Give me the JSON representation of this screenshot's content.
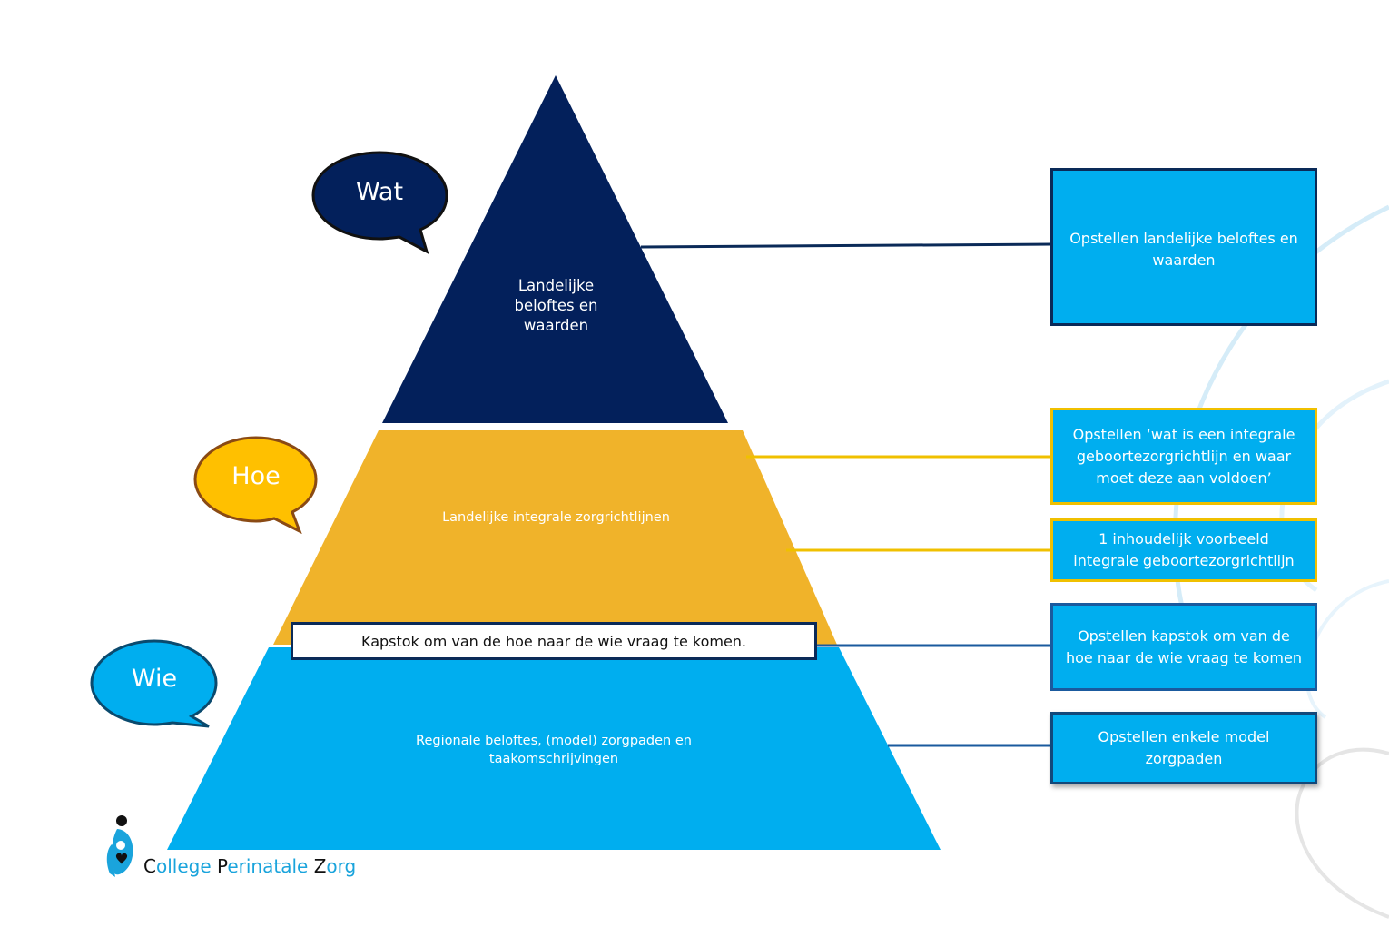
{
  "colors": {
    "layer_top": "#03205b",
    "layer_middle": "#f0b32a",
    "layer_bottom": "#00aeef",
    "connector_top": "#0a2a58",
    "connector_middle": "#f0c000",
    "connector_bottom": "#1a5a9e",
    "bubble_wat": "#03205b",
    "bubble_hoe": "#ffc000",
    "bubble_wie": "#00aeef",
    "logo_accent": "#1aa4dc"
  },
  "bubbles": {
    "wat": "Wat",
    "hoe": "Hoe",
    "wie": "Wie"
  },
  "pyramid": {
    "top_label": "Landelijke beloftes en waarden",
    "middle_label": "Landelijke integrale zorgrichtlijnen",
    "bottom_label": "Regionale beloftes, (model) zorgpaden en taakomschrijvingen",
    "kapstok_label": "Kapstok om van de hoe naar de wie vraag te komen."
  },
  "side_boxes": [
    {
      "text": "Opstellen landelijke beloftes en waarden"
    },
    {
      "text": "Opstellen ‘wat is een integrale geboortezorgrichtlijn en waar moet deze aan voldoen’"
    },
    {
      "text": "1 inhoudelijk voorbeeld integrale geboortezorgrichtlijn"
    },
    {
      "text": "Opstellen kapstok om van de hoe naar de wie vraag te komen"
    },
    {
      "text": "Opstellen enkele model zorgpaden"
    }
  ],
  "logo": {
    "initial_1": "C",
    "rest_1": "ollege ",
    "initial_2": "P",
    "rest_2": "erinatale ",
    "initial_3": "Z",
    "rest_3": "org"
  }
}
